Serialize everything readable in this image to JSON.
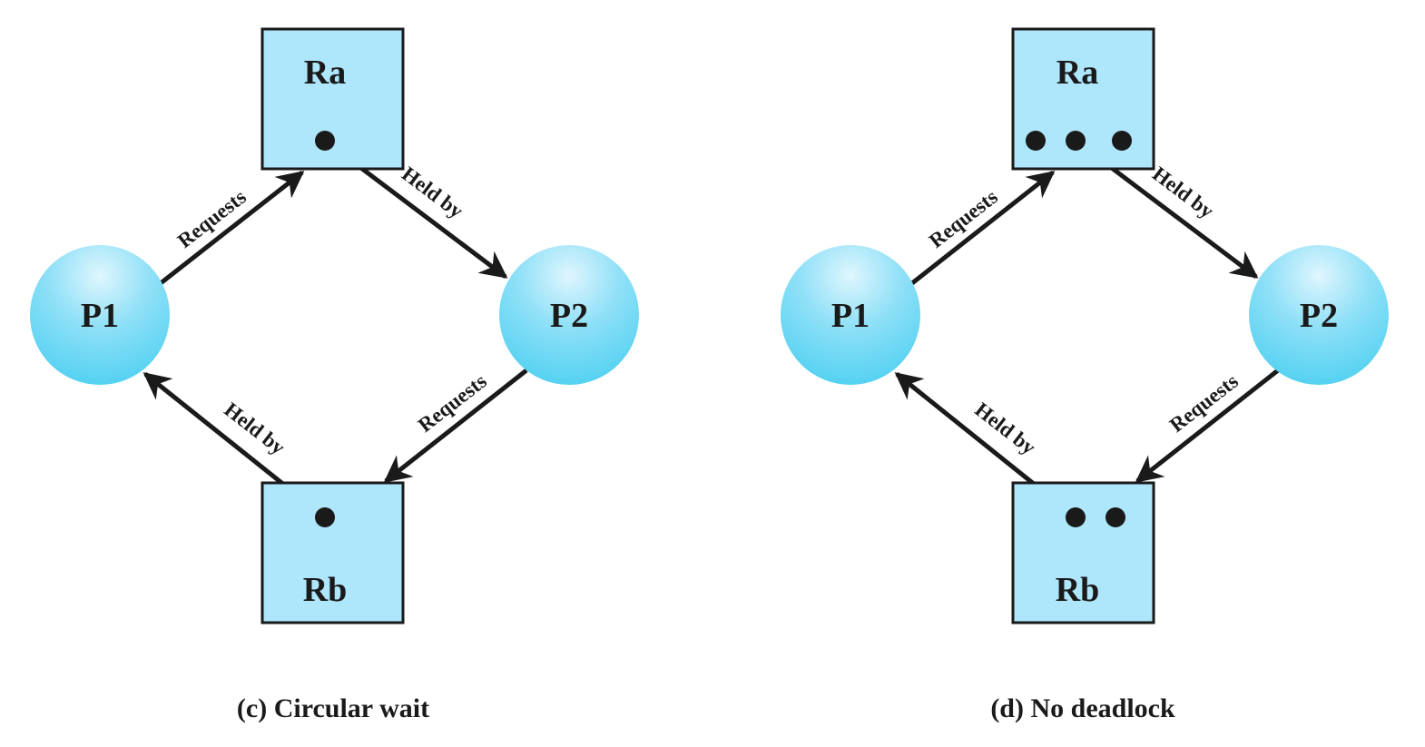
{
  "colors": {
    "resource_fill": "#aee6fb",
    "process_highlight": "#dff6fe",
    "process_fill": "#4fd0f1",
    "ink": "#1a1a1a"
  },
  "panels": [
    {
      "caption": "(c) Circular wait",
      "resource_a": {
        "label": "Ra",
        "instances": 1
      },
      "resource_b": {
        "label": "Rb",
        "instances": 1
      },
      "process_1": {
        "label": "P1"
      },
      "process_2": {
        "label": "P2"
      },
      "edges": {
        "p1_to_ra": "Requests",
        "ra_to_p2": "Held by",
        "p2_to_rb": "Requests",
        "rb_to_p1": "Held by"
      }
    },
    {
      "caption": "(d) No deadlock",
      "resource_a": {
        "label": "Ra",
        "instances": 3
      },
      "resource_b": {
        "label": "Rb",
        "instances": 2
      },
      "process_1": {
        "label": "P1"
      },
      "process_2": {
        "label": "P2"
      },
      "edges": {
        "p1_to_ra": "Requests",
        "ra_to_p2": "Held by",
        "p2_to_rb": "Requests",
        "rb_to_p1": "Held by"
      }
    }
  ]
}
